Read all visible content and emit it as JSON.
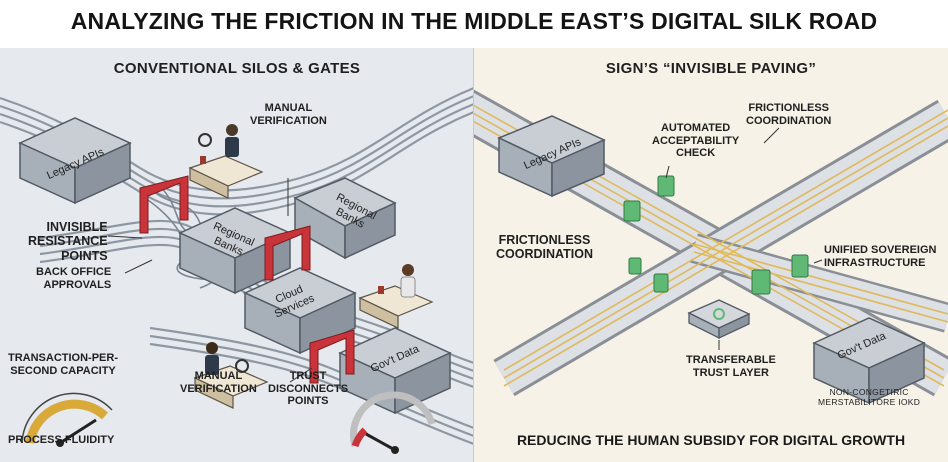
{
  "title": "ANALYZING THE FRICTION IN THE MIDDLE EAST’S DIGITAL SILK ROAD",
  "left_panel": {
    "heading": "CONVENTIONAL SILOS & GATES",
    "blocks": {
      "legacy_apis": "Legacy APIs",
      "regional_banks_top": "Regional Banks",
      "regional_banks_mid": "Regional Banks",
      "cloud_services": "Cloud Services",
      "govt_data": "Gov't Data"
    },
    "labels": {
      "manual_verification_top": "MANUAL\nVERIFICATION",
      "invisible_resistance": "INVISIBLE\nRESISTANCE\nPOINTS",
      "back_office": "BACK OFFICE\nAPPROVALS",
      "transaction_capacity": "TRANSACTION-PER-\nSECOND CAPACITY",
      "manual_verification_bottom": "MANUAL\nVERIFICATION",
      "trust_disconnects": "TRUST\nDISCONNECTS\nPOINTS",
      "process_fluidity": "PROCESS FLUIDITY"
    },
    "colors": {
      "gate": "#c8343a",
      "gauge_yellow": "#d9a93a",
      "gauge_red": "#c8343a"
    }
  },
  "right_panel": {
    "heading": "SIGN’S “INVISIBLE PAVING”",
    "blocks": {
      "legacy_apis": "Legacy APIs",
      "govt_data": "Gov't Data"
    },
    "labels": {
      "automated_check": "AUTOMATED\nACCEPTABILITY\nCHECK",
      "frictionless_top": "FRICTIONLESS\nCOORDINATION",
      "frictionless_left": "FRICTIONLESS\nCOORDINATION",
      "unified_sovereign": "UNIFIED SOVEREIGN\nINFRASTRUCTURE",
      "transferable_trust": "TRANSFERABLE\nTRUST LAYER",
      "non_congestive": "NON-CONGETIRIC\nMERSTABILITORE IOKD",
      "footer": "REDUCING THE HUMAN SUBSIDY FOR DIGITAL GROWTH"
    },
    "colors": {
      "node": "#5fb874",
      "trace": "#e0b95a"
    }
  }
}
